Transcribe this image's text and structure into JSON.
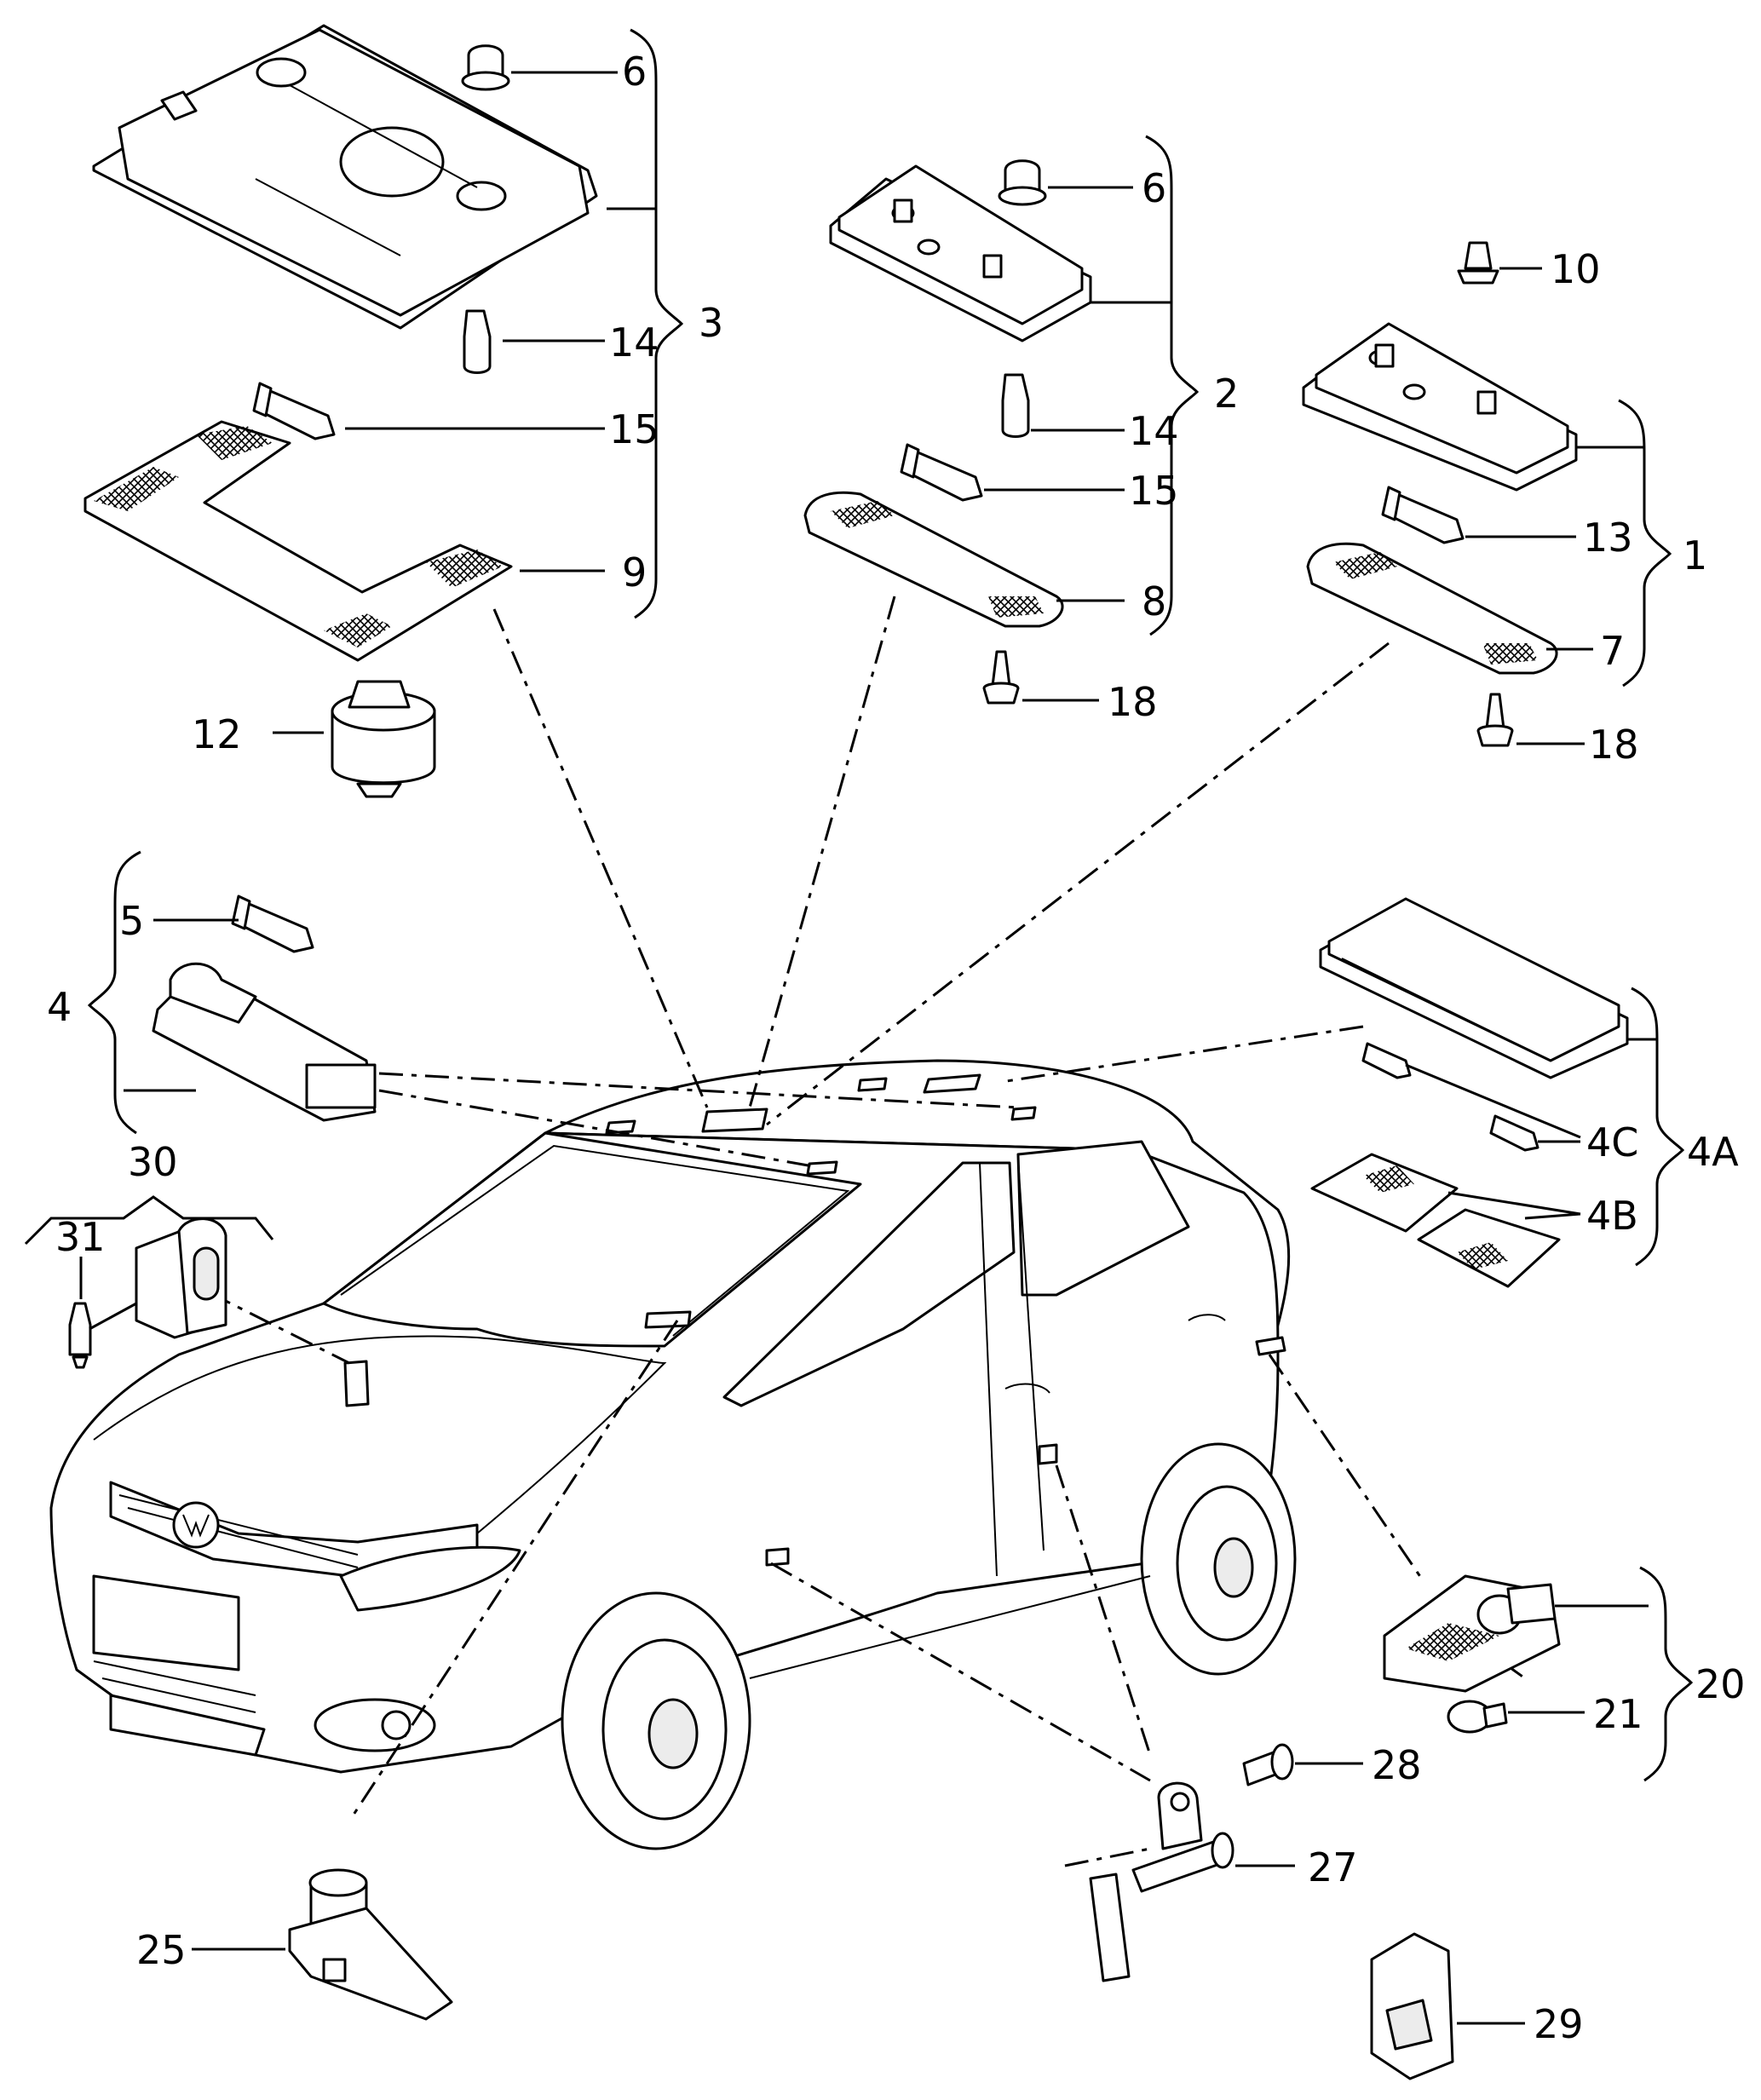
{
  "diagram": {
    "callouts": {
      "c1": "1",
      "c2": "2",
      "c3": "3",
      "c4": "4",
      "c4a": "4A",
      "c4b": "4B",
      "c4c": "4C",
      "c5": "5",
      "c6a": "6",
      "c6b": "6",
      "c7": "7",
      "c8": "8",
      "c9": "9",
      "c10": "10",
      "c12": "12",
      "c13": "13",
      "c14a": "14",
      "c14b": "14",
      "c15a": "15",
      "c15b": "15",
      "c18a": "18",
      "c18b": "18",
      "c20": "20",
      "c21": "21",
      "c25": "25",
      "c27": "27",
      "c28": "28",
      "c29": "29",
      "c30": "30",
      "c31": "31"
    }
  }
}
